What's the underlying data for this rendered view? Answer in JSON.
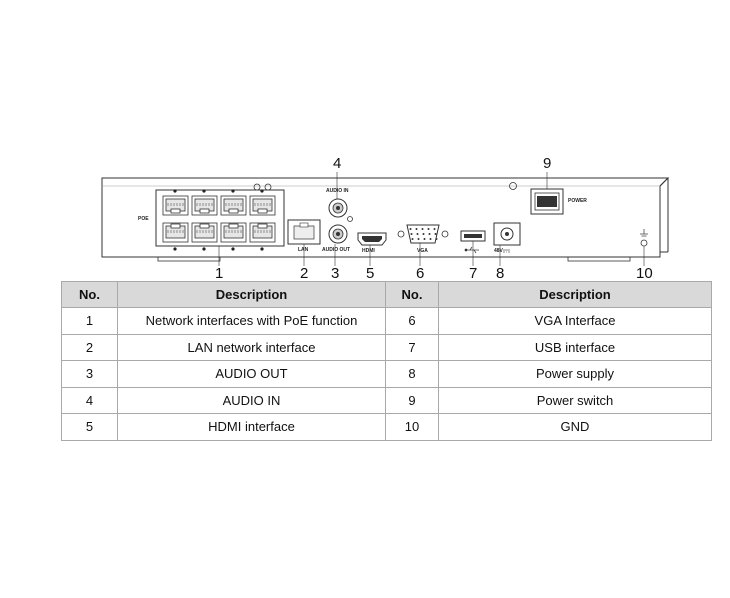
{
  "diagram": {
    "callouts": [
      "1",
      "2",
      "3",
      "4",
      "5",
      "6",
      "7",
      "8",
      "9",
      "10"
    ],
    "port_labels": {
      "poe": "POE",
      "lan": "LAN",
      "audio_in": "AUDIO IN",
      "audio_out": "AUDIO OUT",
      "hdmi": "HDMI",
      "vga": "VGA",
      "power_in": "48V",
      "power_switch": "POWER",
      "lan_marker": "LAN"
    },
    "icons": [
      "usb-icon",
      "ground-icon",
      "dc-symbol-icon"
    ]
  },
  "table": {
    "headers": [
      "No.",
      "Description",
      "No.",
      "Description"
    ],
    "rows": [
      [
        "1",
        "Network interfaces with PoE function",
        "6",
        "VGA Interface"
      ],
      [
        "2",
        "LAN network interface",
        "7",
        "USB interface"
      ],
      [
        "3",
        "AUDIO OUT",
        "8",
        "Power supply"
      ],
      [
        "4",
        "AUDIO IN",
        "9",
        "Power switch"
      ],
      [
        "5",
        "HDMI interface",
        "10",
        "GND"
      ]
    ]
  }
}
